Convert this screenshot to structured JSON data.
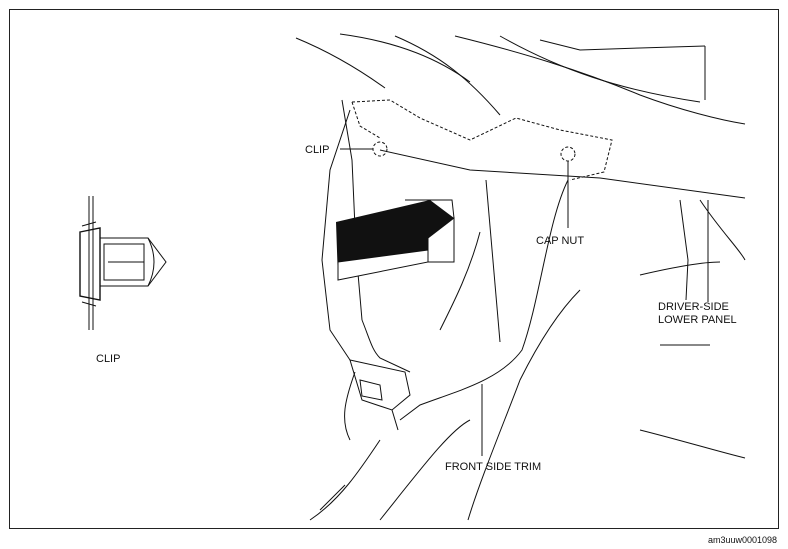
{
  "labels": {
    "clip_callout": "CLIP",
    "cap_nut": "CAP NUT",
    "driver_side_line1": "DRIVER-SIDE",
    "driver_side_line2": "LOWER PANEL",
    "clip_detail": "CLIP",
    "front_side_trim": "FRONT SIDE TRIM"
  },
  "figure_code": "am3uuw0001098"
}
